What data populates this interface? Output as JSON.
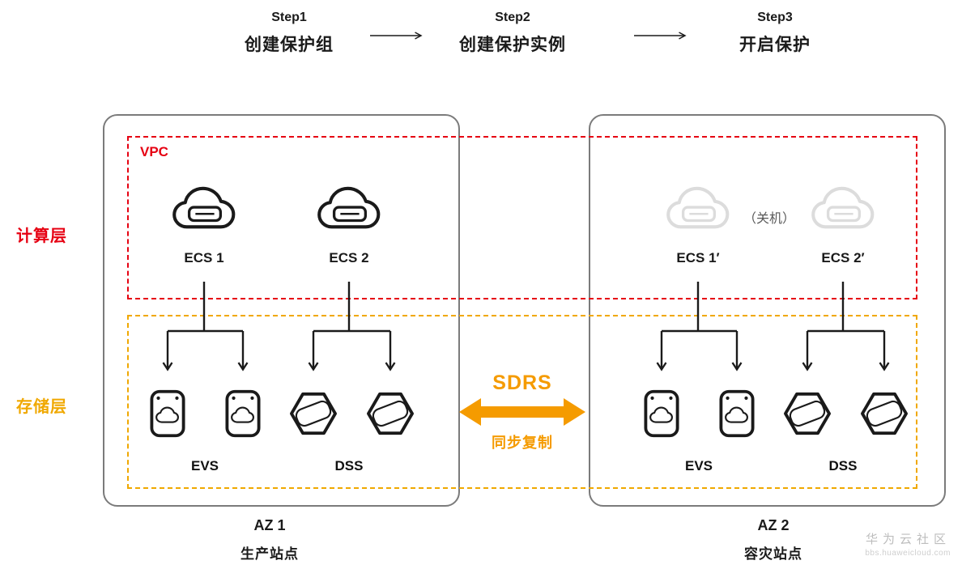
{
  "steps": [
    {
      "label": "Step1",
      "title": "创建保护组"
    },
    {
      "label": "Step2",
      "title": "创建保护实例"
    },
    {
      "label": "Step3",
      "title": "开启保护"
    }
  ],
  "layers": {
    "compute": {
      "label": "计算层",
      "color": "#e60012"
    },
    "storage": {
      "label": "存储层",
      "color": "#f0a800"
    }
  },
  "vpc": {
    "label": "VPC",
    "color": "#e60012"
  },
  "az1": {
    "name": "AZ 1",
    "subtitle": "生产站点",
    "ecs": [
      {
        "label": "ECS 1"
      },
      {
        "label": "ECS 2"
      }
    ],
    "evs_label": "EVS",
    "dss_label": "DSS"
  },
  "az2": {
    "name": "AZ 2",
    "subtitle": "容灾站点",
    "ecs": [
      {
        "label": "ECS 1′"
      },
      {
        "label": "ECS 2′"
      }
    ],
    "shutdown_note": "（关机）",
    "evs_label": "EVS",
    "dss_label": "DSS"
  },
  "sdrs": {
    "title": "SDRS",
    "subtitle": "同步复制",
    "color": "#f59b00"
  },
  "watermark": {
    "line1": "华为云社区",
    "line2": "bbs.huaweicloud.com"
  },
  "icons": {
    "ecs": "cloud-server-icon",
    "evs": "cloud-disk-icon",
    "dss": "hexagon-storage-icon",
    "step_flow": "arrow-right-icon",
    "replication": "double-arrow-icon"
  }
}
